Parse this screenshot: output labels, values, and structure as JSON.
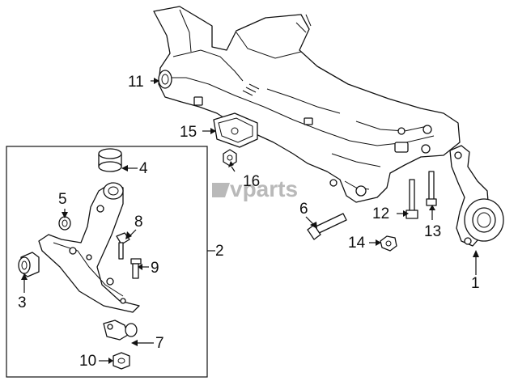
{
  "watermark": "vparts",
  "callouts": {
    "c1": "1",
    "c2": "2",
    "c3": "3",
    "c4": "4",
    "c5": "5",
    "c6": "6",
    "c7": "7",
    "c8": "8",
    "c9": "9",
    "c10": "10",
    "c11": "11",
    "c12": "12",
    "c13": "13",
    "c14": "14",
    "c15": "15",
    "c16": "16"
  }
}
